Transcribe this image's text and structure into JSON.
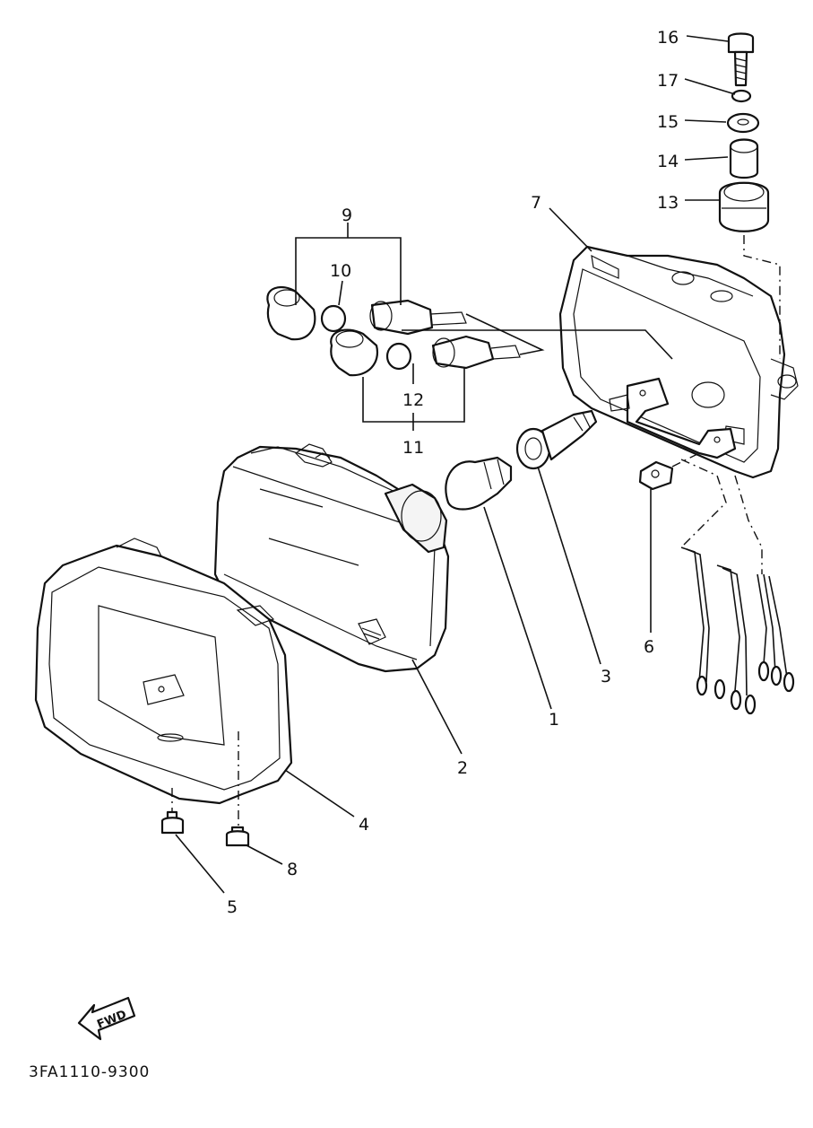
{
  "diagram": {
    "part_code": "3FA1110-9300",
    "fwd_label": "FWD",
    "callouts": [
      "1",
      "2",
      "3",
      "4",
      "5",
      "6",
      "7",
      "8",
      "9",
      "10",
      "11",
      "12",
      "13",
      "14",
      "15",
      "16",
      "17"
    ]
  }
}
